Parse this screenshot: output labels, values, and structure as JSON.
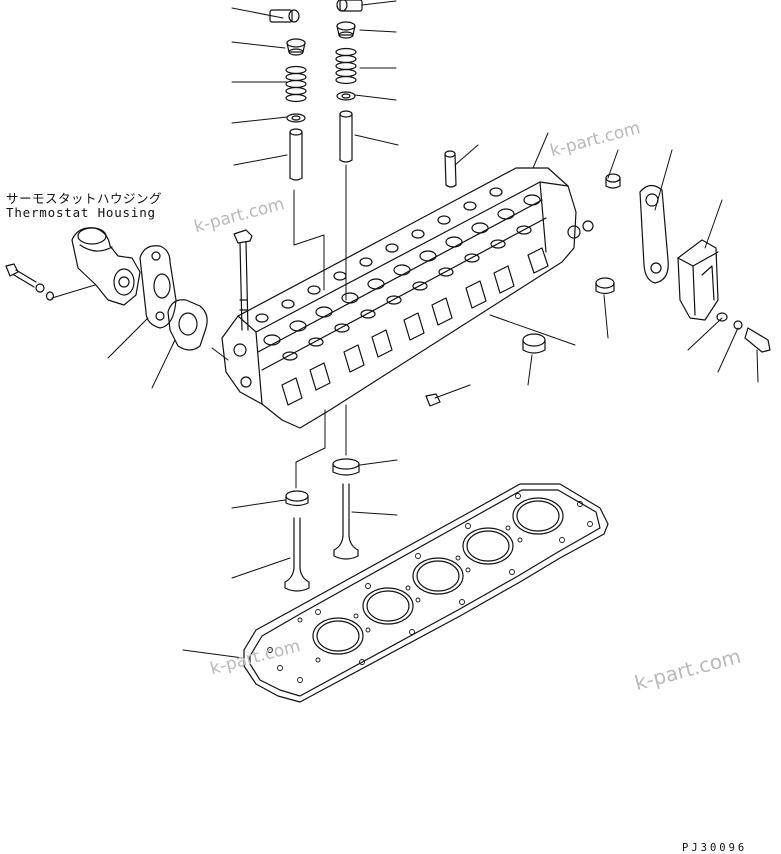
{
  "diagram": {
    "callout_jp": "サーモスタットハウジング",
    "callout_en": "Thermostat Housing",
    "drawing_code": "PJ30096",
    "watermark": "k-part.com"
  },
  "colors": {
    "ink": "#111111",
    "watermark": "#b9b9b9",
    "background": "#ffffff"
  }
}
